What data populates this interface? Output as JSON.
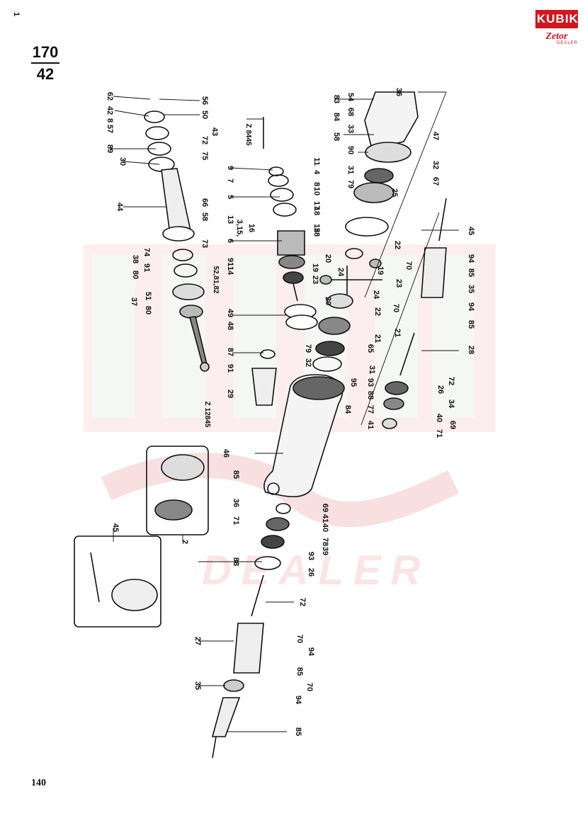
{
  "header": {
    "page_numerator": "170",
    "page_denominator": "42"
  },
  "footer": {
    "page_number": "140"
  },
  "logo": {
    "top_text": "KUBIK",
    "bottom_text": "Zetor",
    "sub_text": "DEALER",
    "brand_color": "#d2161d"
  },
  "watermark": {
    "line1": "KUBIK",
    "line2": "DEALER",
    "color": "#f3c6c8"
  },
  "callouts": [
    {
      "text": "62"
    },
    {
      "text": "56"
    },
    {
      "text": "42"
    },
    {
      "text": "50"
    },
    {
      "text": "8"
    },
    {
      "text": "57"
    },
    {
      "text": "43"
    },
    {
      "text": "72"
    },
    {
      "text": "89"
    },
    {
      "text": "75"
    },
    {
      "text": "30"
    },
    {
      "text": "44"
    },
    {
      "text": "66"
    },
    {
      "text": "58"
    },
    {
      "text": "73"
    },
    {
      "text": "74"
    },
    {
      "text": "38"
    },
    {
      "text": "91"
    },
    {
      "text": "80"
    },
    {
      "text": "52,81,82"
    },
    {
      "text": "51"
    },
    {
      "text": "37"
    },
    {
      "text": "80"
    },
    {
      "text": "Z 12845"
    },
    {
      "text": "Z 8445"
    },
    {
      "text": "9"
    },
    {
      "text": "11"
    },
    {
      "text": "7"
    },
    {
      "text": "4"
    },
    {
      "text": "8"
    },
    {
      "text": "10"
    },
    {
      "text": "5"
    },
    {
      "text": "17"
    },
    {
      "text": "18"
    },
    {
      "text": "13"
    },
    {
      "text": "3,15,"
    },
    {
      "text": "16"
    },
    {
      "text": "12"
    },
    {
      "text": "58"
    },
    {
      "text": "6"
    },
    {
      "text": "91"
    },
    {
      "text": "14"
    },
    {
      "text": "49"
    },
    {
      "text": "48"
    },
    {
      "text": "87"
    },
    {
      "text": "91"
    },
    {
      "text": "29"
    },
    {
      "text": "79"
    },
    {
      "text": "32"
    },
    {
      "text": "31"
    },
    {
      "text": "83"
    },
    {
      "text": "54"
    },
    {
      "text": "36"
    },
    {
      "text": "68"
    },
    {
      "text": "84"
    },
    {
      "text": "33"
    },
    {
      "text": "58"
    },
    {
      "text": "47"
    },
    {
      "text": "90"
    },
    {
      "text": "31"
    },
    {
      "text": "79"
    },
    {
      "text": "32"
    },
    {
      "text": "67"
    },
    {
      "text": "25"
    },
    {
      "text": "22"
    },
    {
      "text": "20"
    },
    {
      "text": "19"
    },
    {
      "text": "19"
    },
    {
      "text": "24"
    },
    {
      "text": "23"
    },
    {
      "text": "23"
    },
    {
      "text": "24"
    },
    {
      "text": "20"
    },
    {
      "text": "22"
    },
    {
      "text": "21"
    },
    {
      "text": "65"
    },
    {
      "text": "21"
    },
    {
      "text": "45"
    },
    {
      "text": "94"
    },
    {
      "text": "70"
    },
    {
      "text": "85"
    },
    {
      "text": "35"
    },
    {
      "text": "70"
    },
    {
      "text": "94"
    },
    {
      "text": "85"
    },
    {
      "text": "28"
    },
    {
      "text": "72"
    },
    {
      "text": "93"
    },
    {
      "text": "26"
    },
    {
      "text": "88"
    },
    {
      "text": "77"
    },
    {
      "text": "34"
    },
    {
      "text": "40"
    },
    {
      "text": "41"
    },
    {
      "text": "69"
    },
    {
      "text": "71"
    },
    {
      "text": "95"
    },
    {
      "text": "84"
    },
    {
      "text": "46"
    },
    {
      "text": "85"
    },
    {
      "text": "36"
    },
    {
      "text": "69"
    },
    {
      "text": "71"
    },
    {
      "text": "41"
    },
    {
      "text": "40"
    },
    {
      "text": "78"
    },
    {
      "text": "39"
    },
    {
      "text": "93"
    },
    {
      "text": "88"
    },
    {
      "text": "26"
    },
    {
      "text": "72"
    },
    {
      "text": "27"
    },
    {
      "text": "70"
    },
    {
      "text": "94"
    },
    {
      "text": "85"
    },
    {
      "text": "35"
    },
    {
      "text": "70"
    },
    {
      "text": "94"
    },
    {
      "text": "85"
    },
    {
      "text": "45"
    },
    {
      "text": "2"
    },
    {
      "text": "1"
    }
  ]
}
